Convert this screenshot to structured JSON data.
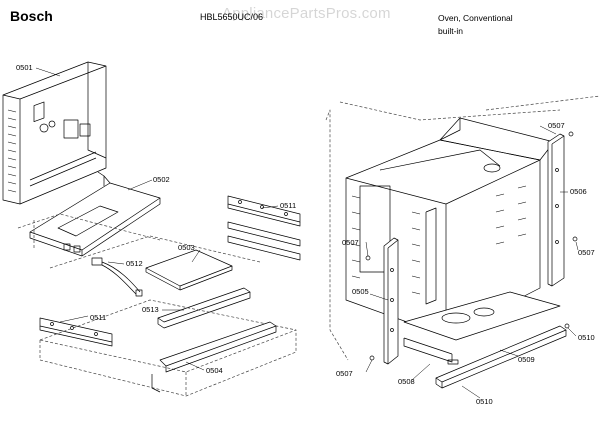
{
  "header": {
    "brand": "Bosch",
    "model": "HBL5650UC/06",
    "watermark": "AppliancePartsPros.com",
    "description_line1": "Oven, Conventional",
    "description_line2": "built-in"
  },
  "parts": [
    {
      "id": "p0501",
      "label": "0501"
    },
    {
      "id": "p0502",
      "label": "0502"
    },
    {
      "id": "p0503",
      "label": "0503"
    },
    {
      "id": "p0504",
      "label": "0504"
    },
    {
      "id": "p0505",
      "label": "0505"
    },
    {
      "id": "p0506",
      "label": "0506"
    },
    {
      "id": "p0507a",
      "label": "0507"
    },
    {
      "id": "p0507b",
      "label": "0507"
    },
    {
      "id": "p0507c",
      "label": "0507"
    },
    {
      "id": "p0507d",
      "label": "0507"
    },
    {
      "id": "p0508",
      "label": "0508"
    },
    {
      "id": "p0509",
      "label": "0509"
    },
    {
      "id": "p0510a",
      "label": "0510"
    },
    {
      "id": "p0510b",
      "label": "0510"
    },
    {
      "id": "p0511a",
      "label": "0511"
    },
    {
      "id": "p0511b",
      "label": "0511"
    },
    {
      "id": "p0512",
      "label": "0512"
    },
    {
      "id": "p0513",
      "label": "0513"
    }
  ]
}
